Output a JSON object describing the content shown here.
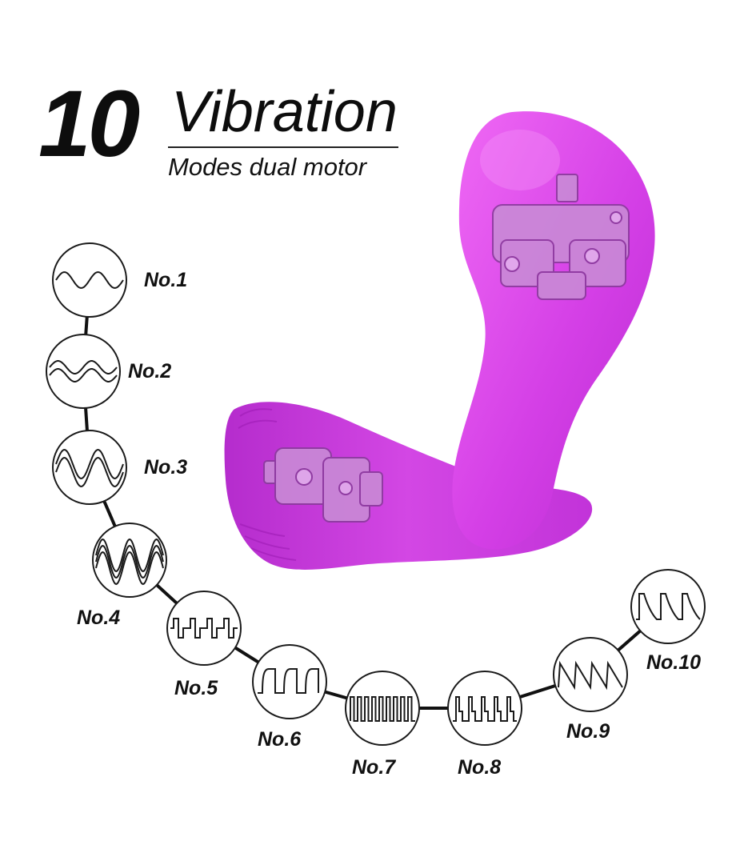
{
  "header": {
    "number": "10",
    "title": "Vibration",
    "subtitle": "Modes dual motor"
  },
  "colors": {
    "product": "#d43fe6",
    "product_light": "#ee7cf5",
    "product_dark": "#a418bd",
    "motor": "#c887d6",
    "line": "#111111"
  },
  "modes": [
    {
      "label": "No.1",
      "pattern": "sine"
    },
    {
      "label": "No.2",
      "pattern": "double-sine"
    },
    {
      "label": "No.3",
      "pattern": "double-wave"
    },
    {
      "label": "No.4",
      "pattern": "triple-wave"
    },
    {
      "label": "No.5",
      "pattern": "stepped-square"
    },
    {
      "label": "No.6",
      "pattern": "rounded-pulse"
    },
    {
      "label": "No.7",
      "pattern": "dense-square"
    },
    {
      "label": "No.8",
      "pattern": "pulse-steps"
    },
    {
      "label": "No.9",
      "pattern": "sawtooth"
    },
    {
      "label": "No.10",
      "pattern": "decaying-pulse"
    }
  ]
}
